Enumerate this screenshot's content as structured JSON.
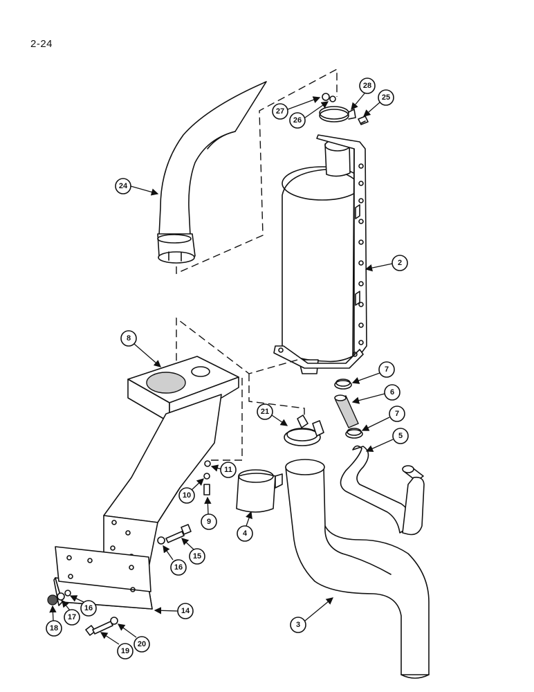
{
  "page_label": "2-24",
  "callouts": [
    "24",
    "27",
    "26",
    "28",
    "25",
    "2",
    "8",
    "7",
    "6",
    "21",
    "7",
    "5",
    "11",
    "10",
    "9",
    "4",
    "16",
    "15",
    "14",
    "18",
    "17",
    "16",
    "19",
    "20",
    "3"
  ]
}
